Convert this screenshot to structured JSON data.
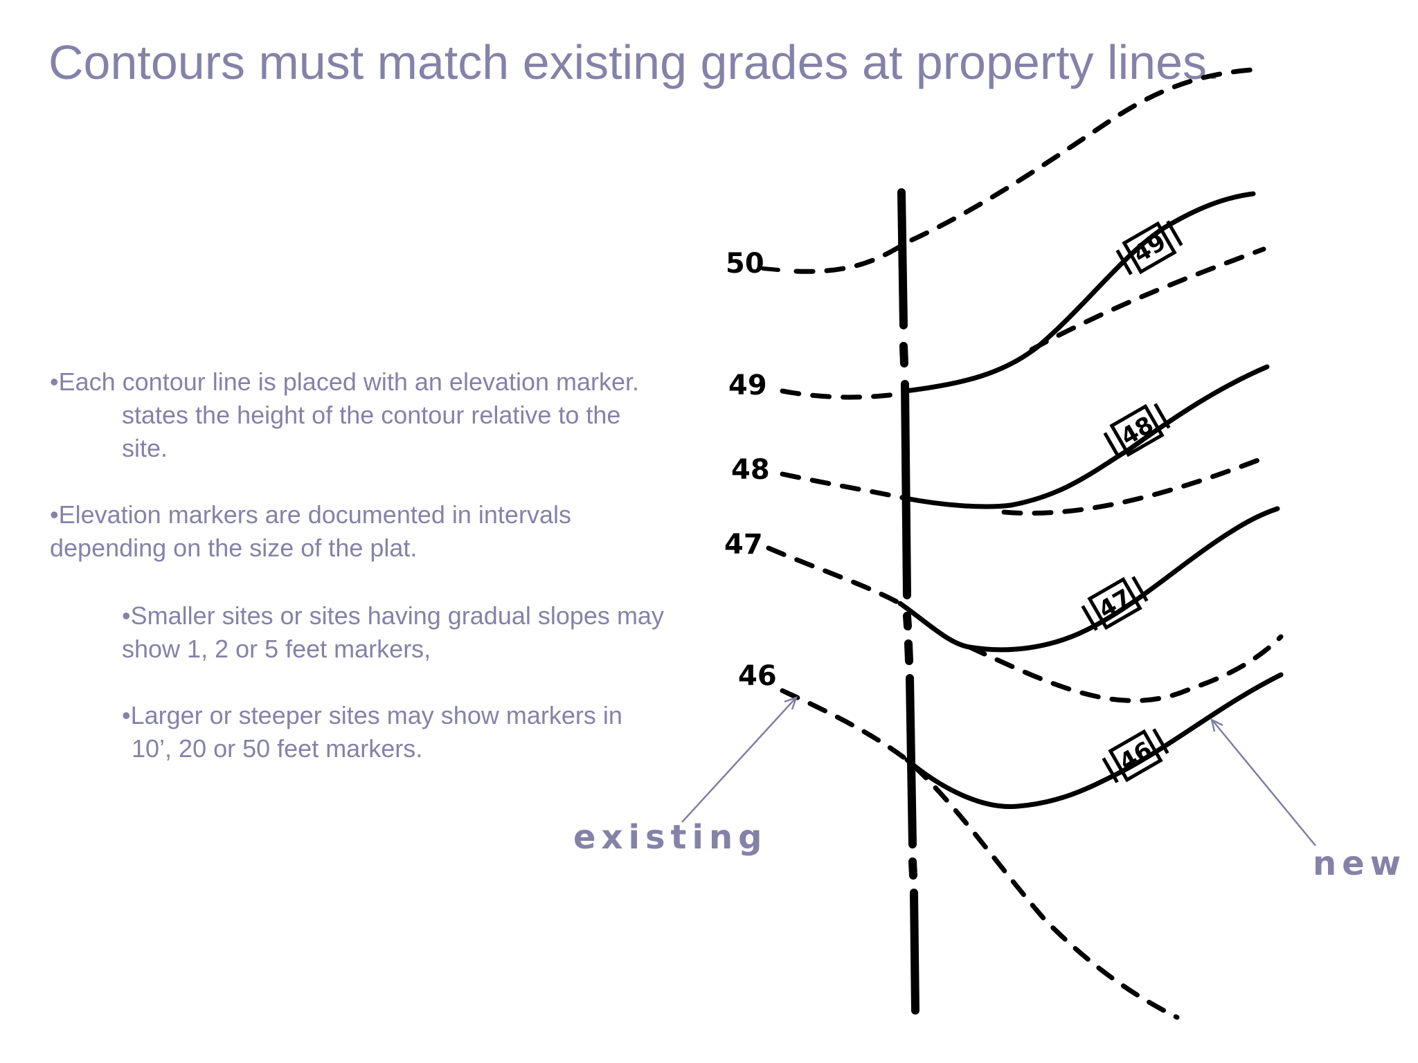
{
  "title": "Contours must match existing grades at property lines.",
  "bullets": [
    {
      "line1": "•Each contour line is placed with an elevation marker.",
      "line2": "states the height of the contour relative to the",
      "line3": "site."
    },
    {
      "line1": "•Elevation markers are documented in intervals",
      "line2": "depending on the size of the plat."
    },
    {
      "line1": "•Smaller sites or sites having gradual slopes may",
      "line2": "show 1, 2 or 5 feet markers,"
    },
    {
      "line1": "•Larger or steeper sites may show markers in",
      "line2": "10’, 20 or 50 feet markers."
    }
  ],
  "labels": {
    "existing": "existing",
    "new": "new"
  },
  "existing_markers": [
    "50",
    "49",
    "48",
    "47",
    "46"
  ],
  "new_markers": [
    "49",
    "48",
    "47",
    "46"
  ],
  "colors": {
    "text": "#8482a8",
    "ink": "#000000",
    "arrow": "#7f7ea3"
  }
}
